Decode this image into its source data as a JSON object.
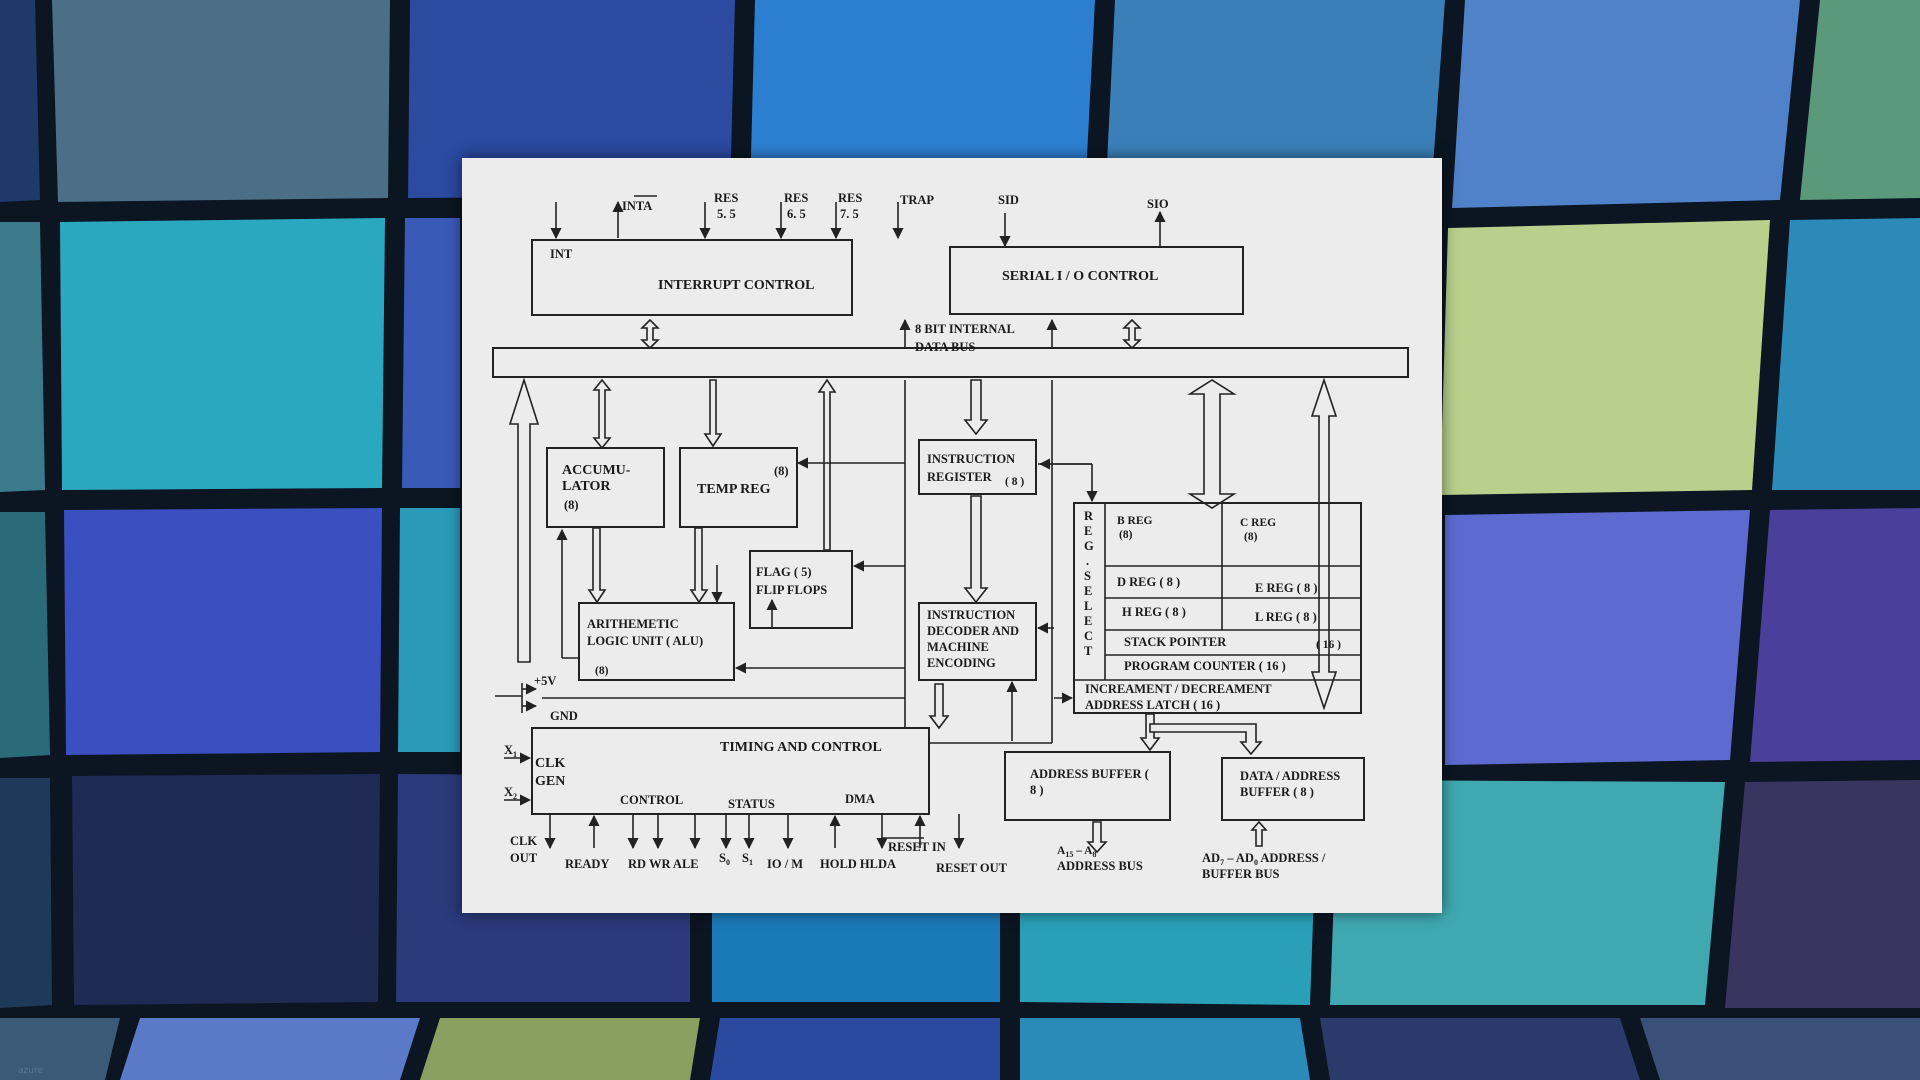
{
  "colors": {
    "frame": "#0c1522",
    "tiles": [
      "#2b4aa0",
      "#2ab0c4",
      "#5d6bd0",
      "#b8d08c",
      "#4a3f9a",
      "#3f8fa8",
      "#2b6a78",
      "#1f2a55",
      "#5a7ac8"
    ],
    "paper": "#ececec",
    "ink": "#222222"
  },
  "watermark": "azure",
  "diagram": {
    "interrupt_control": "INTERRUPT CONTROL",
    "int": "INT",
    "inta": "INTA",
    "res55": [
      "RES",
      "5. 5"
    ],
    "res65": [
      "RES",
      "6. 5"
    ],
    "res75": [
      "RES",
      "7. 5"
    ],
    "trap": "TRAP",
    "sid": "SID",
    "sio": "SIO",
    "serial_io": "SERIAL I / O CONTROL",
    "data_bus": [
      "8 BIT INTERNAL",
      "DATA BUS"
    ],
    "accumulator": [
      "ACCUMU-",
      "LATOR",
      "(8)"
    ],
    "temp_reg": "TEMP REG",
    "temp_reg_size": "(8)",
    "flag": [
      "FLAG ( 5)",
      "FLIP FLOPS"
    ],
    "alu": [
      "ARITHEMETIC",
      "LOGIC UNIT ( ALU)",
      "(8)"
    ],
    "instruction_register": [
      "INSTRUCTION",
      "REGISTER",
      "( 8 )"
    ],
    "instruction_decoder": [
      "INSTRUCTION",
      "DECODER AND",
      "MACHINE",
      "ENCODING"
    ],
    "reg_select": [
      "R",
      "E",
      "G",
      ".",
      "S",
      "E",
      "L",
      "E",
      "C",
      "T"
    ],
    "b_reg": [
      "B REG",
      "(8)"
    ],
    "c_reg": [
      "C REG",
      "(8)"
    ],
    "d_reg": "D REG ( 8 )",
    "e_reg": "E REG ( 8 )",
    "h_reg": "H REG ( 8 )",
    "l_reg": "L REG ( 8 )",
    "stack_pointer": "STACK POINTER",
    "stack_pointer_size": "( 16 )",
    "program_counter": "PROGRAM COUNTER ( 16 )",
    "inc_dec": [
      "INCREAMENT / DECREAMENT",
      "ADDRESS LATCH ( 16 )"
    ],
    "plus5v": "+5V",
    "gnd": "GND",
    "x1": "X",
    "x1_sub": "1",
    "x2": "X",
    "x2_sub": "2",
    "clk_gen": [
      "CLK",
      "GEN"
    ],
    "timing_control": "TIMING AND CONTROL",
    "control": "CONTROL",
    "status": "STATUS",
    "dma": "DMA",
    "clk_out": [
      "CLK",
      "OUT"
    ],
    "ready": "READY",
    "rd_wr_ale": "RD WR ALE",
    "s0": "S",
    "s0_sub": "0",
    "s1": "S",
    "s1_sub": "1",
    "io_m": "IO / M",
    "hold_hlda": "HOLD HLDA",
    "reset_in": "RESET IN",
    "reset_out": "RESET OUT",
    "address_buffer": [
      "ADDRESS BUFFER (",
      "8 )"
    ],
    "data_address_buffer": [
      "DATA / ADDRESS",
      "BUFFER ( 8 )"
    ],
    "address_bus": [
      "A",
      "15",
      " – A",
      "8",
      "ADDRESS BUS"
    ],
    "ad_bus": [
      "AD",
      "7",
      " – AD",
      "0",
      " ADDRESS /",
      "BUFFER BUS"
    ]
  }
}
